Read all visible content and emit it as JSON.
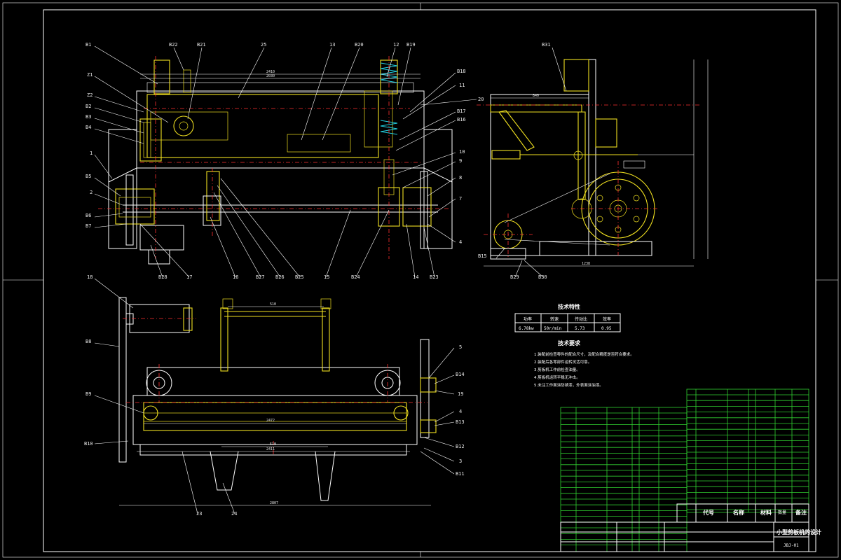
{
  "labels_left": [
    "B1",
    "Z1",
    "Z2",
    "B2",
    "B3",
    "B4",
    "1",
    "B5",
    "2",
    "B6",
    "B7"
  ],
  "labels_top": [
    "B22",
    "B21",
    "25",
    "13",
    "B20",
    "12",
    "B19"
  ],
  "labels_right_front": [
    "B18",
    "11",
    "20",
    "B17",
    "B16",
    "10",
    "9",
    "8",
    "7",
    "4"
  ],
  "labels_bottom_front": [
    "B28",
    "17",
    "16",
    "B27",
    "B26",
    "B25",
    "15",
    "B24",
    "14",
    "B23"
  ],
  "labels_side": [
    "B31",
    "B15",
    "B29",
    "B30"
  ],
  "labels_plan_left": [
    "18",
    "B8",
    "B9",
    "B10"
  ],
  "labels_plan_right": [
    "5",
    "B14",
    "19",
    "4",
    "B13",
    "B12",
    "3",
    "B11"
  ],
  "labels_plan_bottom": [
    "23",
    "24"
  ],
  "tech_spec": {
    "title": "技术特性",
    "headers": [
      "功率",
      "转速",
      "传动比",
      "效率"
    ],
    "values": [
      "6.78kw",
      "50r/min",
      "5.73",
      "0.95"
    ]
  },
  "tech_req": {
    "title": "技术要求",
    "items": [
      "1.装配前检查零件的配合尺寸，及配合精度是否符合要求。",
      "2.装配后各零部件运转灵活可靠。",
      "3.剪板机工作前检查油量。",
      "4.剪板机运转平稳无冲击。",
      "5.未注工作面涂防锈漆，外表面涂油漆。"
    ]
  },
  "title_block": {
    "name": "小型剪板机的设计",
    "drawing_no": "JBJ-01",
    "col_code": "代号",
    "col_name": "名称",
    "col_qty": "数量",
    "col_material": "材料",
    "col_note": "备注"
  },
  "colors": {
    "background": "#000000",
    "outline": "#ffffff",
    "part": "#f0e020",
    "center": "#ff3030",
    "hidden": "#22d0e0",
    "table": "#30d030",
    "accent": "#e040e0"
  }
}
